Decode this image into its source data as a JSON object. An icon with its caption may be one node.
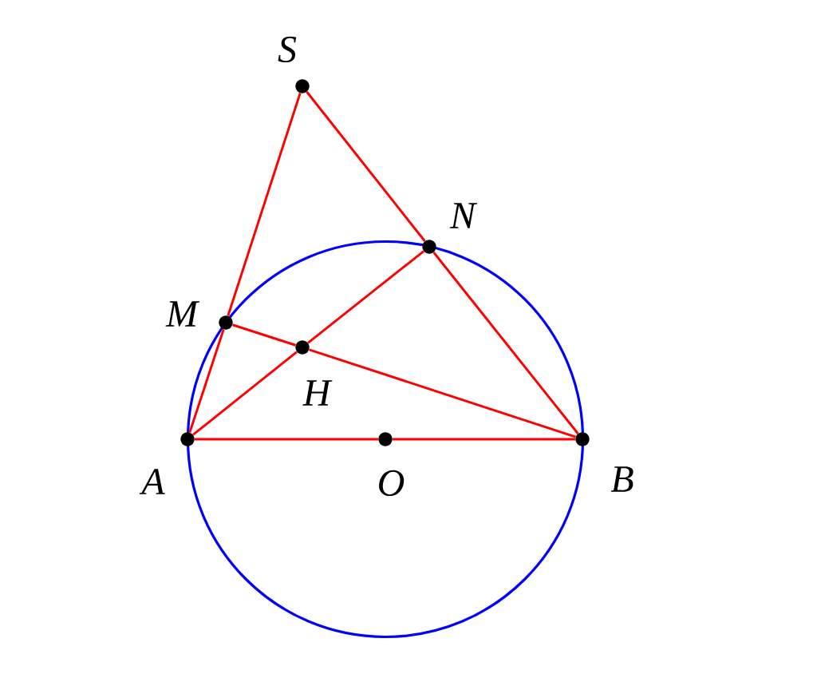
{
  "diagram": {
    "nodes": [
      {
        "text": [
          "S"
        ]
      },
      {
        "text": [
          "N"
        ]
      },
      {
        "text": [
          "M"
        ]
      },
      {
        "text": [
          "H"
        ]
      },
      {
        "text": [
          "A"
        ]
      },
      {
        "text": [
          "O"
        ]
      },
      {
        "text": [
          "B"
        ]
      }
    ],
    "edges": [
      {
        "from": 0,
        "to": 2,
        "arrow": "none"
      },
      {
        "from": 2,
        "to": 4,
        "arrow": "none"
      },
      {
        "from": 0,
        "to": 1,
        "arrow": "none"
      },
      {
        "from": 1,
        "to": 6,
        "arrow": "none"
      },
      {
        "from": 4,
        "to": 3,
        "arrow": "none"
      },
      {
        "from": 3,
        "to": 1,
        "arrow": "none"
      },
      {
        "from": 2,
        "to": 3,
        "arrow": "none"
      },
      {
        "from": 3,
        "to": 6,
        "arrow": "none"
      },
      {
        "from": 4,
        "to": 5,
        "arrow": "none"
      },
      {
        "from": 5,
        "to": 6,
        "arrow": "none"
      }
    ]
  }
}
